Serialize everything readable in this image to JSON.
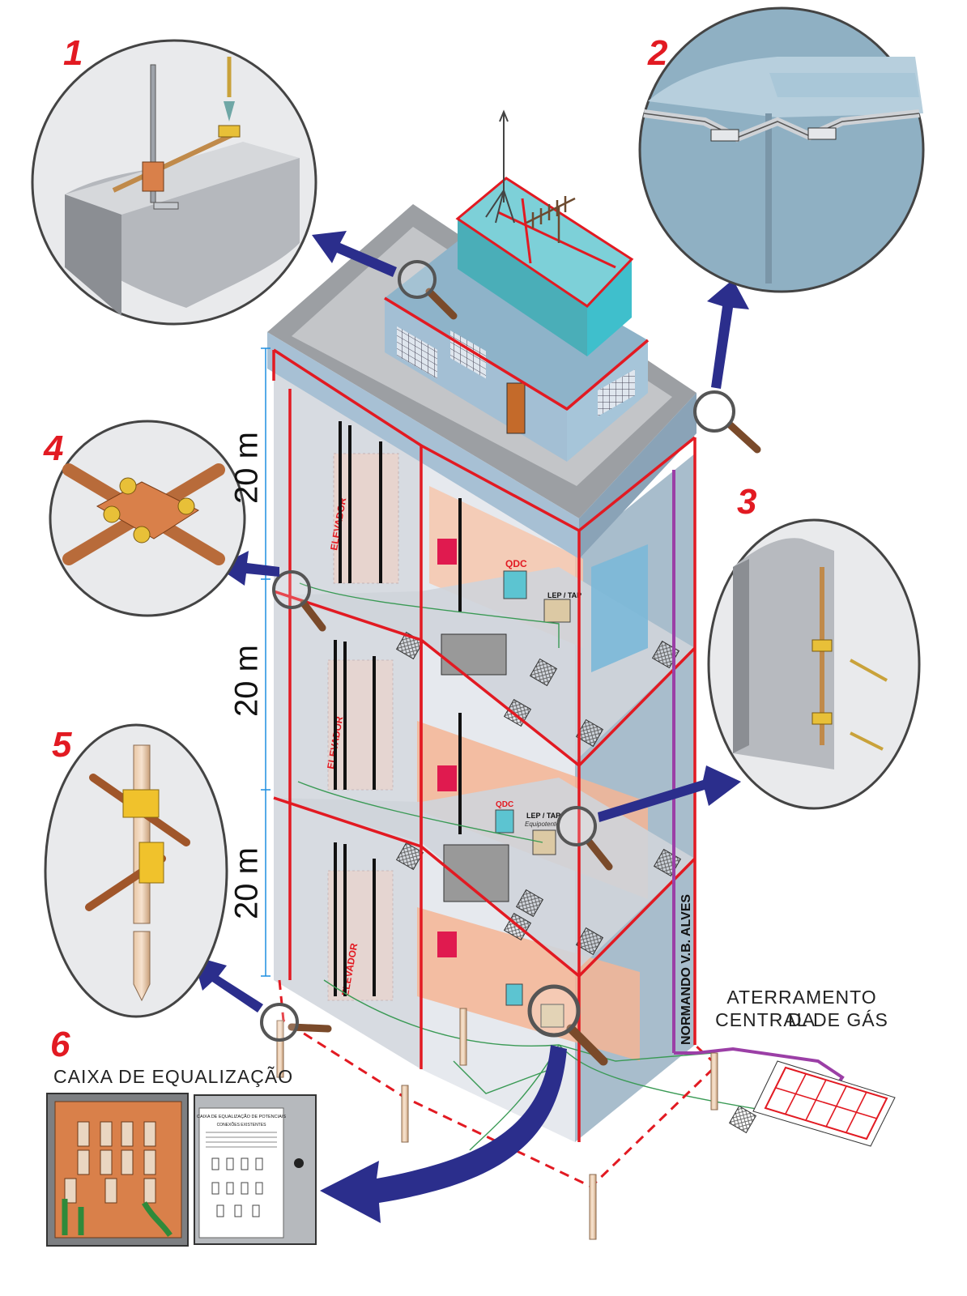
{
  "detail_numbers": [
    "1",
    "2",
    "3",
    "4",
    "5",
    "6"
  ],
  "dimensions": [
    "20 m",
    "20 m",
    "20 m"
  ],
  "labels": {
    "caixa_equalizacao": "CAIXA DE EQUALIZAÇÃO",
    "aterramento_line1": "ATERRAMENTO DA",
    "aterramento_line2": "CENTRAL DE GÁS",
    "author": "NORMANDO V.B. ALVES",
    "elevador": "ELEVADOR",
    "qdc": "QDC",
    "lep_tap": "LEP / TAP",
    "equipotente": "Equipotente"
  },
  "panel": {
    "title": "CAIXA DE EQUALIZAÇÃO DE POTENCIAIS",
    "subtitle": "CONEXÕES EXISTENTES"
  },
  "colors": {
    "conductor_red": "#e21a22",
    "arrow_blue": "#2b2e8c",
    "copper": "#d9804a",
    "roof_house": "#8eb3c9",
    "water_tank": "#3fb0bd",
    "wall_light": "#dfe3e8",
    "wall_side": "#a9c0d0",
    "salmon_zone": "#f5b594",
    "gas_line": "#9b3fa6",
    "dimension_blue": "#1e8fe0"
  },
  "icons": [
    "magnifier-icon",
    "lightning-rod-icon",
    "antenna-icon",
    "ground-rod-icon",
    "mesh-panel-icon",
    "door-icon",
    "window-icon"
  ]
}
